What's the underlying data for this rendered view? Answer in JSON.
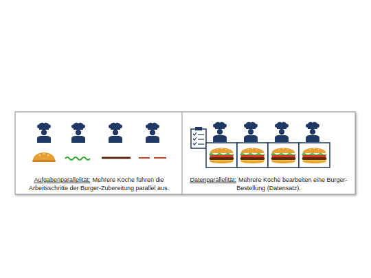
{
  "diagram": {
    "nodes": [
      {
        "text": [
          "Aufgabenparallelität:",
          "Mehrere Köche führen die Arbeitsschritte der Burger-Zubereitung parallel aus."
        ]
      },
      {
        "text": [
          "Datenparallelität:",
          "Mehrere Köche bearbeiten eine Burger-Bestellung (Datensatz)."
        ]
      }
    ]
  }
}
